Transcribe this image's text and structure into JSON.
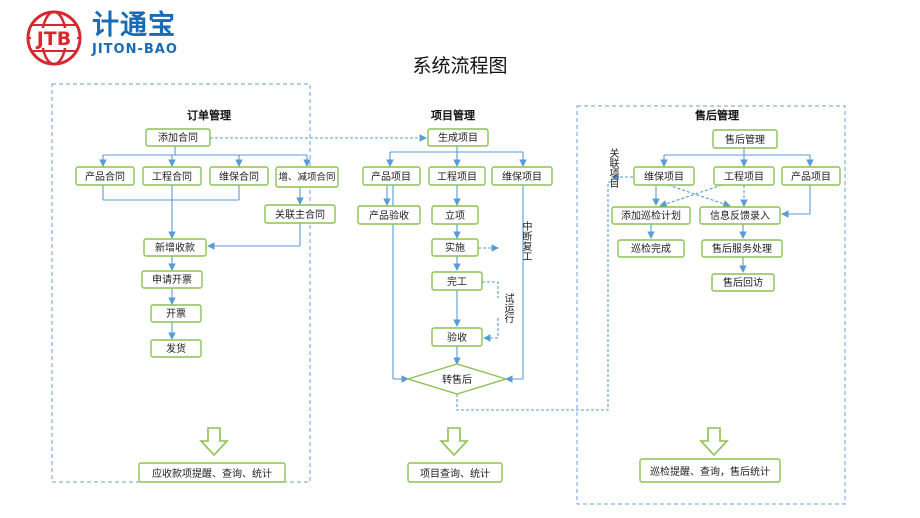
{
  "logo": {
    "mark": "JTB",
    "name_cn": "计通宝",
    "name_en": "JITON-BAO"
  },
  "title": "系统流程图",
  "order": {
    "heading": "订单管理",
    "add_contract": "添加合同",
    "product_contract": "产品合同",
    "project_contract": "工程合同",
    "maintenance_contract": "维保合同",
    "add_remove_item": "增、减项合同",
    "link_main_contract": "关联主合同",
    "new_payment": "新增收款",
    "apply_invoice": "申请开票",
    "invoice": "开票",
    "ship": "发货",
    "summary": "应收款项提醒、查询、统计"
  },
  "project": {
    "heading": "项目管理",
    "generate": "生成项目",
    "product": "产品项目",
    "engineering": "工程项目",
    "maintenance": "维保项目",
    "product_accept": "产品验收",
    "setup": "立项",
    "implement": "实施",
    "suspend": "中断复工",
    "complete": "完工",
    "trial": "试运行",
    "accept": "验收",
    "to_aftersale": "转售后",
    "summary": "项目查询、统计"
  },
  "aftersale": {
    "heading": "售后管理",
    "manage": "售后管理",
    "link_project": "关联项目",
    "maintenance": "维保项目",
    "engineering": "工程项目",
    "product": "产品项目",
    "add_inspection": "添加巡检计划",
    "feedback": "信息反馈录入",
    "inspection_done": "巡检完成",
    "service": "售后服务处理",
    "revisit": "售后回访",
    "summary": "巡检提醒、查询，售后统计"
  }
}
